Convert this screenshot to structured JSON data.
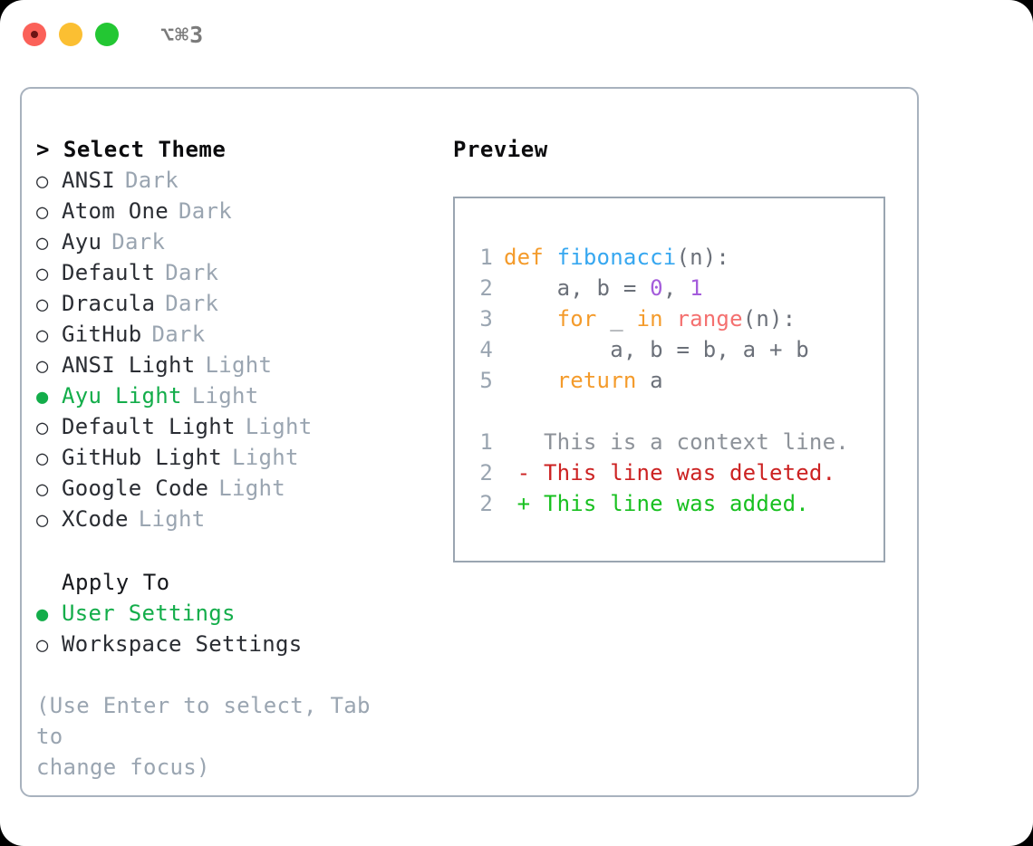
{
  "titlebar": {
    "shortcut": "⌥⌘3",
    "dots": [
      {
        "name": "close",
        "color": "#fb6159"
      },
      {
        "name": "minimize",
        "color": "#fbbf32"
      },
      {
        "name": "maximize",
        "color": "#23c733"
      }
    ]
  },
  "theme_section": {
    "header": "> Select Theme",
    "items": [
      {
        "bullet": "○",
        "name": "ANSI",
        "variant": "Dark",
        "selected": false
      },
      {
        "bullet": "○",
        "name": "Atom One",
        "variant": "Dark",
        "selected": false
      },
      {
        "bullet": "○",
        "name": "Ayu",
        "variant": "Dark",
        "selected": false
      },
      {
        "bullet": "○",
        "name": "Default",
        "variant": "Dark",
        "selected": false
      },
      {
        "bullet": "○",
        "name": "Dracula",
        "variant": "Dark",
        "selected": false
      },
      {
        "bullet": "○",
        "name": "GitHub",
        "variant": "Dark",
        "selected": false
      },
      {
        "bullet": "○",
        "name": "ANSI Light",
        "variant": "Light",
        "selected": false
      },
      {
        "bullet": "●",
        "name": "Ayu Light",
        "variant": "Light",
        "selected": true
      },
      {
        "bullet": "○",
        "name": "Default Light",
        "variant": "Light",
        "selected": false
      },
      {
        "bullet": "○",
        "name": "GitHub Light",
        "variant": "Light",
        "selected": false
      },
      {
        "bullet": "○",
        "name": "Google Code",
        "variant": "Light",
        "selected": false
      },
      {
        "bullet": "○",
        "name": "XCode",
        "variant": "Light",
        "selected": false
      }
    ]
  },
  "apply_section": {
    "header": "Apply To",
    "items": [
      {
        "bullet": "●",
        "name": "User Settings",
        "selected": true
      },
      {
        "bullet": "○",
        "name": "Workspace Settings",
        "selected": false
      }
    ]
  },
  "hint": {
    "line1": "(Use Enter to select, Tab to",
    "line2": "change focus)"
  },
  "preview": {
    "header": "Preview",
    "code_lines": [
      {
        "num": "1",
        "tokens": [
          {
            "text": "def",
            "cls": "t-kw"
          },
          {
            "text": " ",
            "cls": "t-plain"
          },
          {
            "text": "fibonacci",
            "cls": "t-fn"
          },
          {
            "text": "(n):",
            "cls": "t-plain"
          }
        ]
      },
      {
        "num": "2",
        "tokens": [
          {
            "text": "    a, b = ",
            "cls": "t-plain"
          },
          {
            "text": "0",
            "cls": "t-num"
          },
          {
            "text": ", ",
            "cls": "t-plain"
          },
          {
            "text": "1",
            "cls": "t-num"
          }
        ]
      },
      {
        "num": "3",
        "tokens": [
          {
            "text": "    ",
            "cls": "t-plain"
          },
          {
            "text": "for",
            "cls": "t-kw"
          },
          {
            "text": " _ ",
            "cls": "t-plain"
          },
          {
            "text": "in",
            "cls": "t-kw"
          },
          {
            "text": " ",
            "cls": "t-plain"
          },
          {
            "text": "range",
            "cls": "t-bi"
          },
          {
            "text": "(n):",
            "cls": "t-plain"
          }
        ]
      },
      {
        "num": "4",
        "tokens": [
          {
            "text": "        a, b = b, a + b",
            "cls": "t-plain"
          }
        ]
      },
      {
        "num": "5",
        "tokens": [
          {
            "text": "    ",
            "cls": "t-plain"
          },
          {
            "text": "return",
            "cls": "t-kw"
          },
          {
            "text": " a",
            "cls": "t-plain"
          }
        ]
      }
    ],
    "diff_lines": [
      {
        "num": "1",
        "tokens": [
          {
            "text": "   This is a context line.",
            "cls": "t-ctx"
          }
        ]
      },
      {
        "num": "2",
        "tokens": [
          {
            "text": " - This line was deleted.",
            "cls": "t-del"
          }
        ]
      },
      {
        "num": "2",
        "tokens": [
          {
            "text": " + This line was added.",
            "cls": "t-add"
          }
        ]
      }
    ]
  },
  "colors": {
    "accent_green": "#13ad4a",
    "muted": "#9aa5b1",
    "border": "#a8b2be",
    "keyword": "#f49b2b",
    "function": "#36a7f0",
    "number": "#a45cdb",
    "builtin": "#f4706f",
    "diff_deleted": "#cc2222",
    "diff_added": "#18c020"
  }
}
